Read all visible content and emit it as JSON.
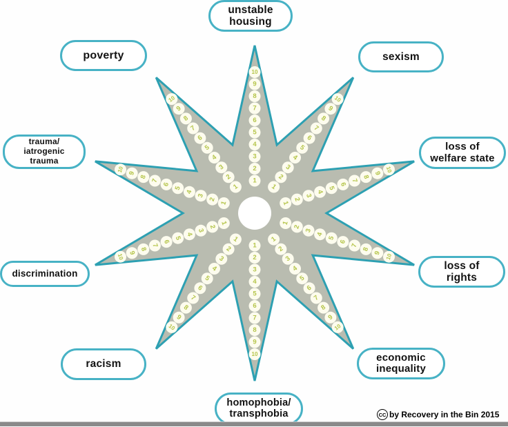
{
  "diagram": {
    "type": "ten-point-star-scale",
    "arms": [
      {
        "id": "unstable-housing",
        "label": "unstable housing",
        "angle": 0
      },
      {
        "id": "sexism",
        "label": "sexism",
        "angle": 36
      },
      {
        "id": "loss-of-welfare-state",
        "label": "loss of welfare state",
        "angle": 72
      },
      {
        "id": "loss-of-rights",
        "label": "loss of rights",
        "angle": 108
      },
      {
        "id": "economic-inequality",
        "label": "economic inequality",
        "angle": 144
      },
      {
        "id": "homophobia-transphobia",
        "label": "homophobia/ transphobia",
        "angle": 180
      },
      {
        "id": "racism",
        "label": "racism",
        "angle": 216
      },
      {
        "id": "discrimination",
        "label": "discrimination",
        "angle": 252
      },
      {
        "id": "trauma-iatrogenic",
        "label": "trauma/ iatrogenic trauma",
        "angle": 288
      },
      {
        "id": "poverty",
        "label": "poverty",
        "angle": 324
      }
    ],
    "scale_values": [
      1,
      2,
      3,
      4,
      5,
      6,
      7,
      8,
      9,
      10
    ],
    "colors": {
      "star_fill": "#b9bcb0",
      "star_stroke": "#2da0b2",
      "scale_circle_fill": "#fdfcee",
      "scale_number": "#b5c54a",
      "pill_border": "#47b2c5",
      "pill_text": "#121212",
      "background": "#fefefe",
      "bottom_bar": "#8a8a8a"
    }
  },
  "labels": {
    "unstable_housing": "unstable\nhousing",
    "poverty": "poverty",
    "sexism": "sexism",
    "trauma": "trauma/\niatrogenic\ntrauma",
    "loss_welfare": "loss of\nwelfare state",
    "discrimination": "discrimination",
    "loss_rights": "loss of\nrights",
    "racism": "racism",
    "economic": "economic\ninequality",
    "homophobia": "homophobia/\ntransphobia"
  },
  "attribution": {
    "license": "CC",
    "text": "by Recovery in the Bin 2015"
  }
}
